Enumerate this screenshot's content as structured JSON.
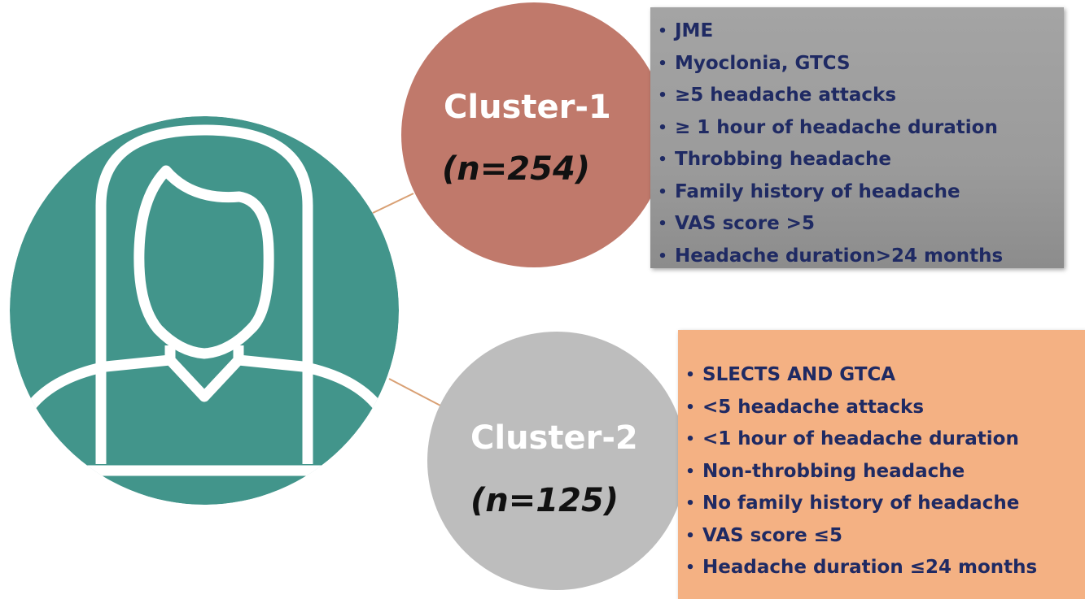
{
  "colors": {
    "person_circle": "#42958B",
    "cluster_1": "#C0796B",
    "cluster_2": "#BDBDBD",
    "box_1": "#9E9E9E",
    "box_2": "#F4B183",
    "list_text": "#1F2A63",
    "connector": "#D9A074"
  },
  "person": {
    "icon": "woman-avatar-icon"
  },
  "clusters": [
    {
      "title": "Cluster-1",
      "count": "(n=254)",
      "features": [
        "JME",
        "Myoclonia, GTCS",
        "≥5 headache attacks",
        "≥ 1 hour of headache duration",
        "Throbbing headache",
        "Family history of headache",
        "VAS score >5",
        "Headache duration>24 months"
      ]
    },
    {
      "title": "Cluster-2",
      "count": "(n=125)",
      "features": [
        "SLECTS AND GTCA",
        "<5 headache attacks",
        "<1 hour of headache duration",
        "Non-throbbing headache",
        "No family history of headache",
        "VAS score ≤5",
        "Headache duration ≤24 months"
      ]
    }
  ]
}
